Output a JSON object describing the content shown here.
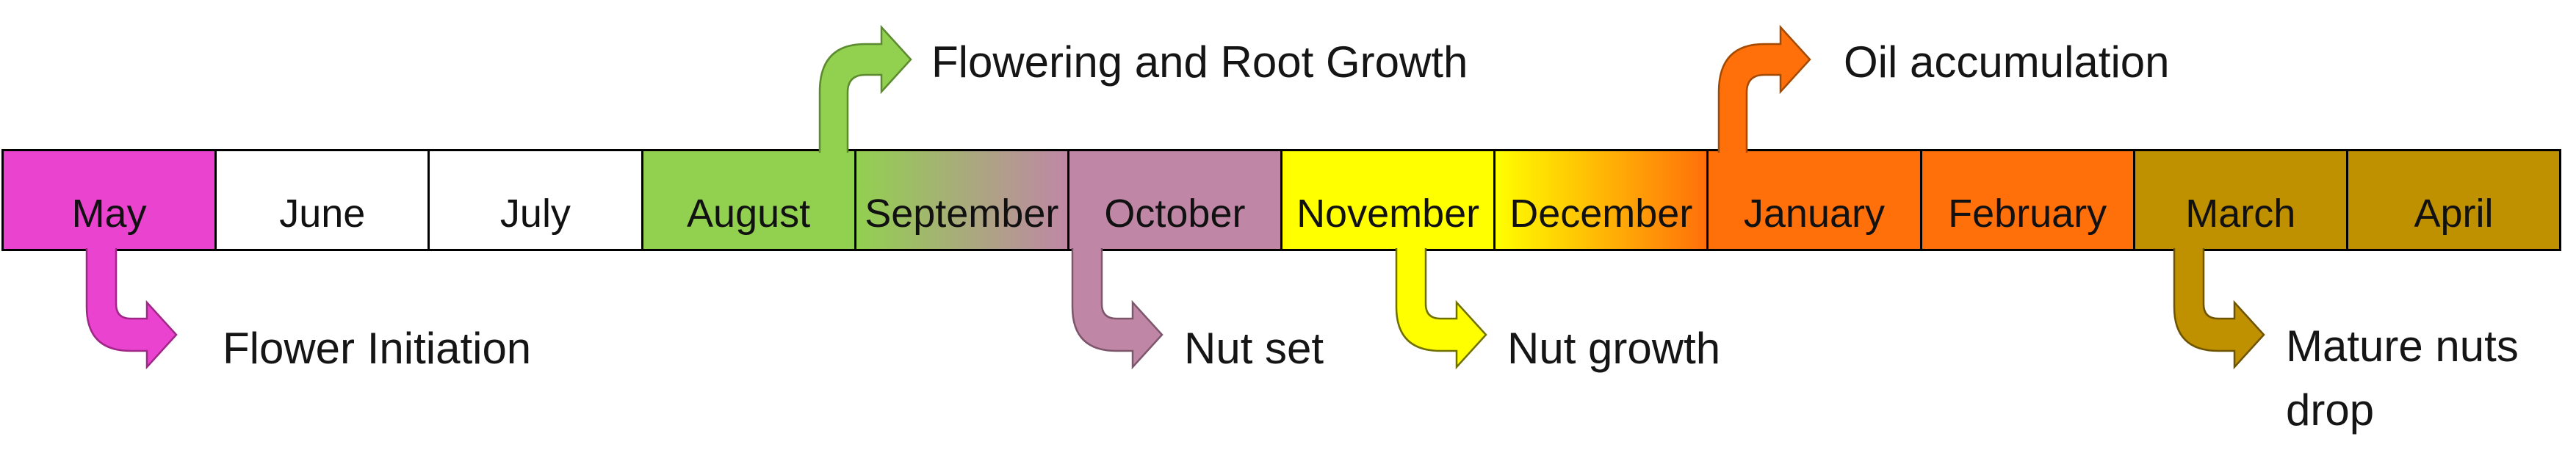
{
  "colors": {
    "magenta": "#EA43CF",
    "magenta_stroke": "#A02787",
    "green": "#92D050",
    "green_stroke": "#5C8A2E",
    "white": "#FFFFFF",
    "mauve": "#BF87A5",
    "mauve_stroke": "#7D566C",
    "yellow": "#FFFF00",
    "yellow_stroke": "#707000",
    "orange": "#FF6F0A",
    "orange_stroke": "#A34A00",
    "olive": "#BF9000",
    "olive_stroke": "#6E5300",
    "border": "#000000"
  },
  "months": [
    {
      "label": "May",
      "fill": "magenta"
    },
    {
      "label": "June",
      "fill": "white"
    },
    {
      "label": "July",
      "fill": "white"
    },
    {
      "label": "August",
      "fill": "green"
    },
    {
      "label": "September",
      "fill": "green>mauve"
    },
    {
      "label": "October",
      "fill": "mauve"
    },
    {
      "label": "November",
      "fill": "yellow"
    },
    {
      "label": "December",
      "fill": "yellow>orange"
    },
    {
      "label": "January",
      "fill": "orange"
    },
    {
      "label": "February",
      "fill": "orange"
    },
    {
      "label": "March",
      "fill": "olive"
    },
    {
      "label": "April",
      "fill": "olive"
    }
  ],
  "annotations": {
    "flower_initiation": {
      "label": "Flower Initiation",
      "color": "magenta",
      "direction": "down"
    },
    "flowering_root_growth": {
      "label": "Flowering and Root Growth",
      "color": "green",
      "direction": "up"
    },
    "nut_set": {
      "label": "Nut set",
      "color": "mauve",
      "direction": "down"
    },
    "nut_growth": {
      "label": "Nut growth",
      "color": "yellow",
      "direction": "down"
    },
    "oil_accumulation": {
      "label": "Oil accumulation",
      "color": "orange",
      "direction": "up"
    },
    "mature_nuts_drop": {
      "label": "Mature nuts drop",
      "color": "olive",
      "direction": "down"
    }
  }
}
